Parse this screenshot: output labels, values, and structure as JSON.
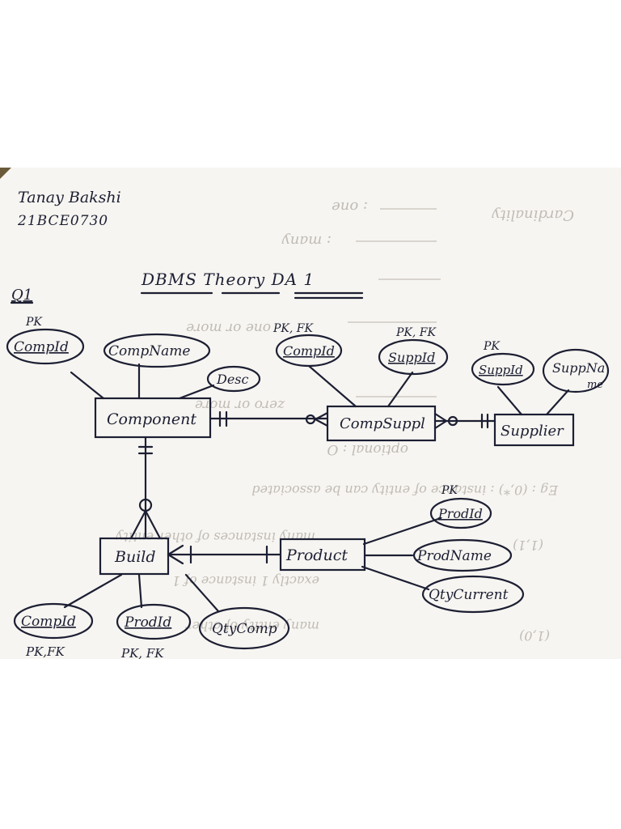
{
  "header": {
    "author": "Tanay Bakshi",
    "reg_no": "21BCE0730",
    "title": "DBMS Theory DA 1",
    "question": "Q1"
  },
  "colors": {
    "ink": "#1c1f33",
    "paper": "#f7f5f1",
    "bleed": "#b9b5ae"
  },
  "entities": {
    "component": "Component",
    "comp_suppl": "CompSuppl",
    "supplier": "Supplier",
    "build": "Build",
    "product": "Product"
  },
  "attributes": {
    "component_comp_id": "CompId",
    "component_comp_name": "CompName",
    "component_desc": "Desc",
    "compsuppl_comp_id": "CompId",
    "compsuppl_supp_id": "SuppId",
    "supplier_supp_id": "SuppId",
    "supplier_supp_name_1": "SuppNa",
    "supplier_supp_name_2": "me",
    "product_prod_id": "ProdId",
    "product_prod_name": "ProdName",
    "product_qty_current": "QtyCurrent",
    "build_comp_id": "CompId",
    "build_prod_id": "ProdId",
    "build_qty_comp": "QtyComp"
  },
  "key_labels": {
    "component_pk": "PK",
    "compsuppl_comp_key": "PK, FK",
    "compsuppl_supp_key": "PK, FK",
    "supplier_pk": "PK",
    "product_pk": "PK",
    "build_comp_key": "PK,FK",
    "build_prod_key": "PK, FK"
  },
  "bleed_through": {
    "cardinality": "Cardinality",
    "one": ": one",
    "many": ": many",
    "one_or_more": "one or more",
    "zero_or_more": "zero or more",
    "optional": "optional : O",
    "eg": "Eg : (0,*) : instance of entity can be associated",
    "many_instances": "many instances of other entity",
    "exactly": "exactly 1 instance of 1",
    "many_other": "many entity of other",
    "one_one": "(1,1)",
    "zero_one": "(1,0)"
  }
}
